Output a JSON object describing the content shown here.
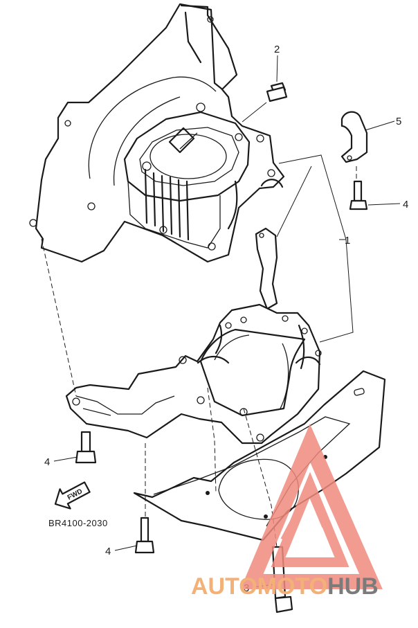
{
  "diagram": {
    "part_code": "BR4100-2030",
    "fwd_label": "FWD",
    "callouts": [
      {
        "id": "callout-1",
        "label": "1"
      },
      {
        "id": "callout-2",
        "label": "2"
      },
      {
        "id": "callout-3",
        "label": "3"
      },
      {
        "id": "callout-4-right",
        "label": "4"
      },
      {
        "id": "callout-4-left",
        "label": "4"
      },
      {
        "id": "callout-4-bottom",
        "label": "4"
      },
      {
        "id": "callout-5",
        "label": "5"
      }
    ]
  },
  "watermark": {
    "text_accent": "AUTOMOTO",
    "text_gray": "HUB",
    "accent_color": "#f08a7e",
    "text_accent_color": "#f3b178",
    "text_gray_color": "#7b7b7b"
  }
}
